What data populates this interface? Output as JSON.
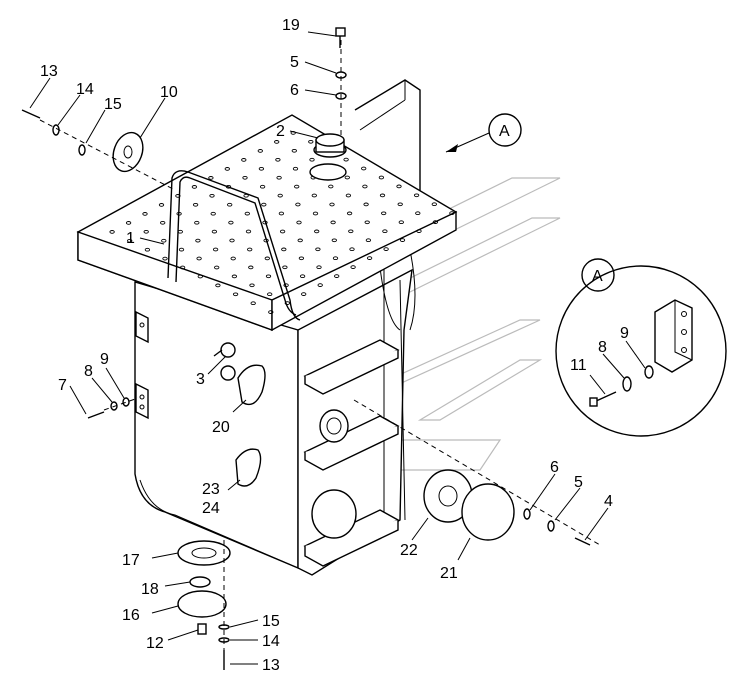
{
  "callouts": [
    {
      "id": "c13a",
      "text": "13"
    },
    {
      "id": "c14a",
      "text": "14"
    },
    {
      "id": "c15a",
      "text": "15"
    },
    {
      "id": "c10",
      "text": "10"
    },
    {
      "id": "c19",
      "text": "19"
    },
    {
      "id": "c5a",
      "text": "5"
    },
    {
      "id": "c6a",
      "text": "6"
    },
    {
      "id": "c2",
      "text": "2"
    },
    {
      "id": "cA",
      "text": "A"
    },
    {
      "id": "c1",
      "text": "1"
    },
    {
      "id": "cA2",
      "text": "A"
    },
    {
      "id": "c3",
      "text": "3"
    },
    {
      "id": "c7",
      "text": "7"
    },
    {
      "id": "c8a",
      "text": "8"
    },
    {
      "id": "c9a",
      "text": "9"
    },
    {
      "id": "c20",
      "text": "20"
    },
    {
      "id": "c11",
      "text": "11"
    },
    {
      "id": "c8b",
      "text": "8"
    },
    {
      "id": "c9b",
      "text": "9"
    },
    {
      "id": "c23",
      "text": "23"
    },
    {
      "id": "c24",
      "text": "24"
    },
    {
      "id": "c6b",
      "text": "6"
    },
    {
      "id": "c5b",
      "text": "5"
    },
    {
      "id": "c4",
      "text": "4"
    },
    {
      "id": "c22",
      "text": "22"
    },
    {
      "id": "c21",
      "text": "21"
    },
    {
      "id": "c17",
      "text": "17"
    },
    {
      "id": "c18",
      "text": "18"
    },
    {
      "id": "c16",
      "text": "16"
    },
    {
      "id": "c12",
      "text": "12"
    },
    {
      "id": "c15b",
      "text": "15"
    },
    {
      "id": "c14b",
      "text": "14"
    },
    {
      "id": "c13b",
      "text": "13"
    }
  ]
}
